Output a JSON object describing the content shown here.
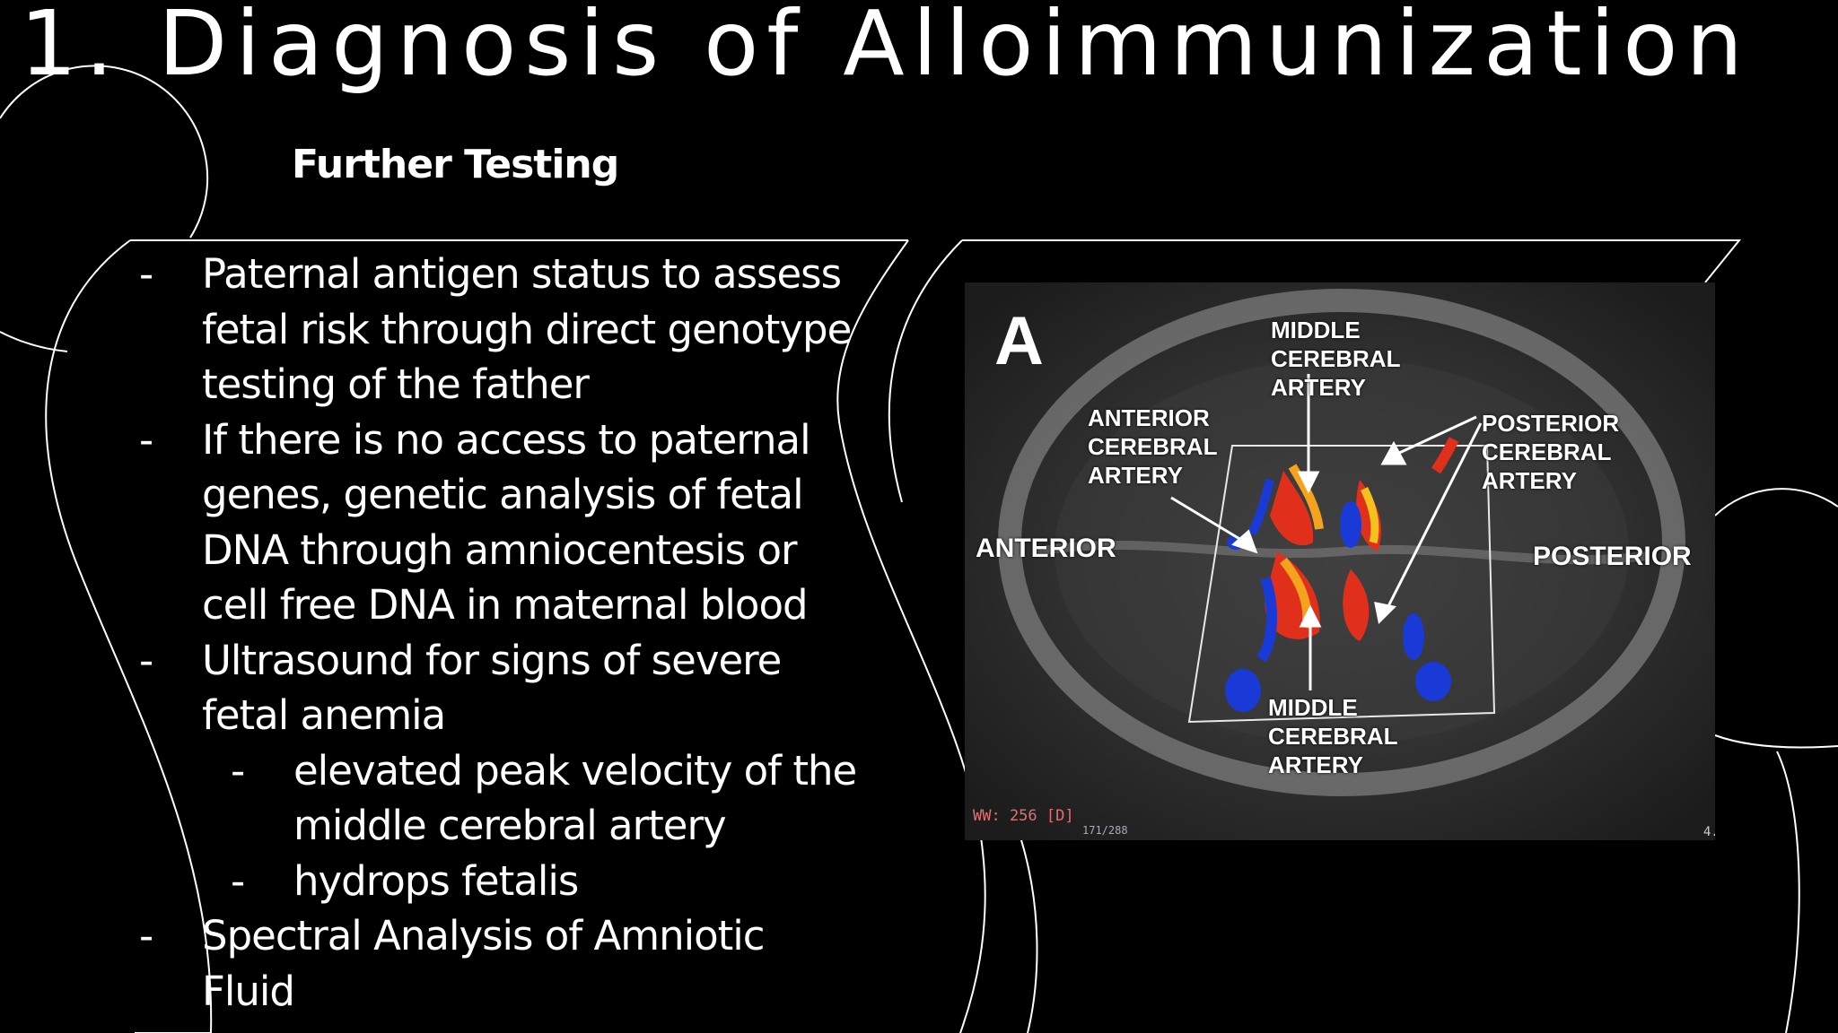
{
  "slide": {
    "title": "1. Diagnosis of Alloimmunization",
    "subtitle": "Further Testing"
  },
  "bullets": [
    {
      "level": 1,
      "dash": "-",
      "lines": [
        "Paternal antigen status to assess",
        "fetal risk through direct genotype",
        "testing of the father"
      ]
    },
    {
      "level": 1,
      "dash": "-",
      "lines": [
        "If there is no access to paternal",
        "genes, genetic analysis of fetal",
        "DNA through amniocentesis or",
        "cell free DNA in maternal blood"
      ]
    },
    {
      "level": 1,
      "dash": "-",
      "lines": [
        "Ultrasound for signs of severe",
        "fetal anemia"
      ]
    },
    {
      "level": 2,
      "dash": "-",
      "lines": [
        "elevated peak velocity of the",
        "middle cerebral artery"
      ]
    },
    {
      "level": 2,
      "dash": "-",
      "lines": [
        "hydrops fetalis"
      ]
    },
    {
      "level": 1,
      "dash": "-",
      "lines": [
        "Spectral Analysis of Amniotic",
        "Fluid"
      ]
    }
  ],
  "figure": {
    "panel_letter": "A",
    "labels": {
      "mca_top": "MIDDLE\nCEREBRAL\nARTERY",
      "aca": "ANTERIOR\nCEREBRAL\nARTERY",
      "pca": "POSTERIOR\nCEREBRAL\nARTERY",
      "mca_bottom": "MIDDLE\nCEREBRAL\nARTERY",
      "anterior": "ANTERIOR",
      "posterior": "POSTERIOR"
    },
    "overlay": {
      "ww": "WW: 256 [D]",
      "frame": "171/288",
      "edge": "4."
    }
  },
  "colors": {
    "background": "#000000",
    "text": "#ffffff",
    "doppler_red": "#e0301c",
    "doppler_blue": "#1a3ad8",
    "overlay_text": "#e07070"
  }
}
